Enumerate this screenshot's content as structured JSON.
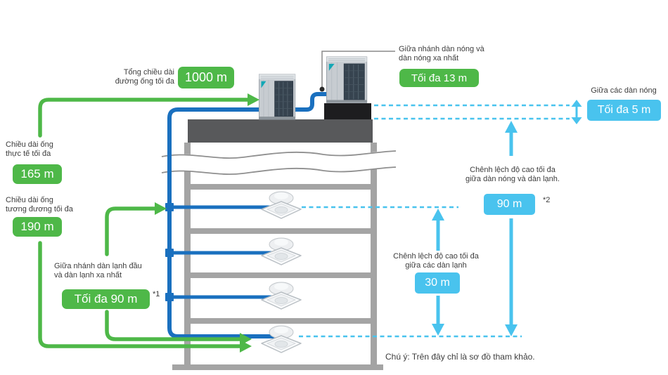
{
  "colors": {
    "green_accent": "#4eb848",
    "blue_pipe": "#1a70bf",
    "cyan_accent": "#49c3ee",
    "building_gray": "#a4a4a4",
    "roof_dark": "#58595b",
    "pedestal_black": "#1d1d1f",
    "label_text": "#3d3d3d"
  },
  "labels": {
    "total_pipe": {
      "line1": "Tổng chiều dài",
      "line2": "đường ống tối đa",
      "value": "1000 m"
    },
    "actual_length": {
      "line1": "Chiều dài ống",
      "line2": "thực tế tối đa",
      "value": "165 m"
    },
    "equivalent_length": {
      "line1": "Chiều dài ống",
      "line2": "tương đương tối đa",
      "value": "190 m"
    },
    "indoor_branch": {
      "line1": "Giữa nhánh dàn lạnh đầu",
      "line2": "và dàn lạnh xa nhất",
      "value": "Tối đa 90 m",
      "footnote": "*1"
    },
    "outdoor_branch": {
      "line1": "Giữa nhánh dàn nóng và",
      "line2": "dàn nóng xa nhất",
      "value": "Tối đa 13 m"
    },
    "outdoor_gap": {
      "line1": "Giữa các dàn nóng",
      "value": "Tối đa 5 m"
    },
    "height_outdoor_indoor": {
      "line1": "Chênh lệch độ cao tối đa",
      "line2": "giữa dàn nóng và dàn lạnh.",
      "value": "90 m",
      "footnote": "*2"
    },
    "height_indoor": {
      "line1": "Chênh lệch độ cao tối đa",
      "line2": "giữa các dàn lạnh",
      "value": "30 m"
    },
    "note": "Chú ý: Trên đây chỉ là sơ đồ tham khảo."
  }
}
